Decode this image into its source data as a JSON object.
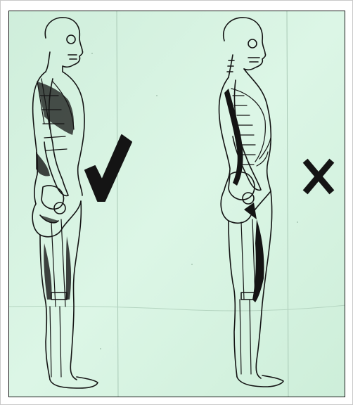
{
  "image": {
    "subject": "posture-comparison-illustration",
    "panels": [
      {
        "name": "left-figure",
        "mark": "check-mark",
        "meaning": "correct"
      },
      {
        "name": "right-figure",
        "mark": "cross-mark",
        "meaning": "incorrect"
      }
    ]
  },
  "colors": {
    "paper": "#d4f2e0",
    "paper_light": "#e4f8ec",
    "ink": "#141414",
    "border": "#1a1a1a"
  }
}
